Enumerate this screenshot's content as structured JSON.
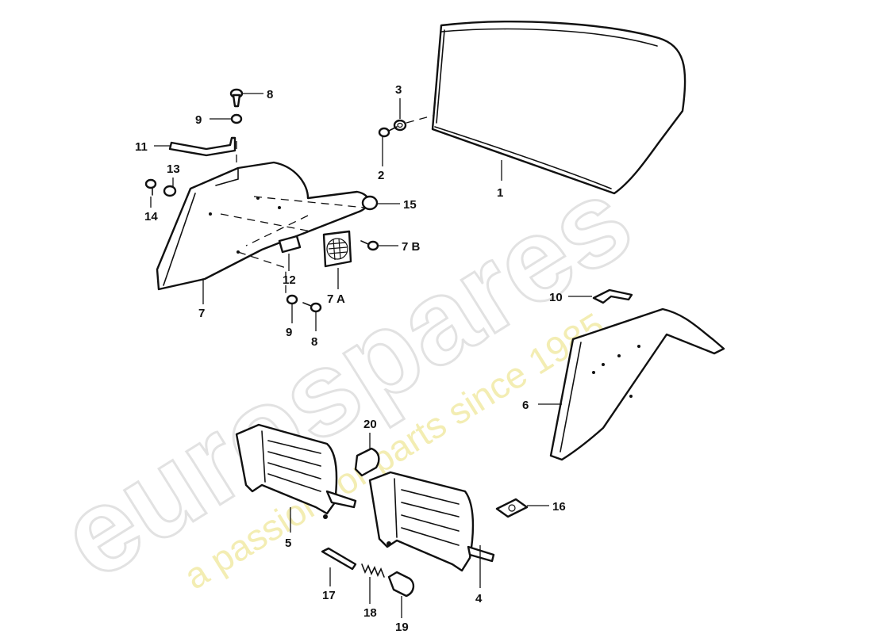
{
  "diagram": {
    "watermark": {
      "brand": "eurospares",
      "tagline": "a passion for parts since 1985",
      "brand_color": "#d9d9d9",
      "tagline_color": "#efe89a"
    },
    "callouts": {
      "p1": "1",
      "p2": "2",
      "p3": "3",
      "p4": "4",
      "p5": "5",
      "p6": "6",
      "p7": "7",
      "p7a": "7 A",
      "p7b": "7 B",
      "p8_top": "8",
      "p8_bottom": "8",
      "p9_top": "9",
      "p9_bottom": "9",
      "p10": "10",
      "p11": "11",
      "p12": "12",
      "p13": "13",
      "p14": "14",
      "p15": "15",
      "p16": "16",
      "p17": "17",
      "p18": "18",
      "p19": "19",
      "p20": "20"
    }
  }
}
